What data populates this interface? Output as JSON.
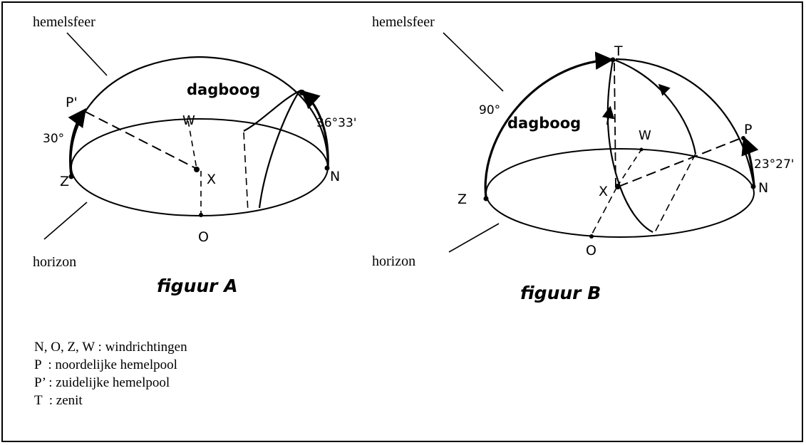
{
  "figure_a": {
    "caption": "figuur A",
    "label_sphere": "hemelsfeer",
    "label_horizon": "horizon",
    "label_dayarc": "dagboog",
    "points": {
      "P_prime": "P'",
      "W": "W",
      "X": "X",
      "Z": "Z",
      "N": "N",
      "O": "O"
    },
    "angles": {
      "p_prime": "30°",
      "sun": "36°33'"
    }
  },
  "figure_b": {
    "caption": "figuur B",
    "label_sphere": "hemelsfeer",
    "label_horizon": "horizon",
    "label_dayarc": "dagboog",
    "points": {
      "T": "T",
      "W": "W",
      "P": "P",
      "X": "X",
      "Z": "Z",
      "N": "N",
      "O": "O"
    },
    "angles": {
      "t": "90°",
      "p": "23°27'"
    }
  },
  "legend": [
    "N, O, Z, W : windrichtingen",
    "P  : noordelijke hemelpool",
    "P’ : zuidelijke hemelpool",
    "T  : zenit"
  ],
  "colors": {
    "ink": "#000000",
    "background": "#ffffff"
  }
}
